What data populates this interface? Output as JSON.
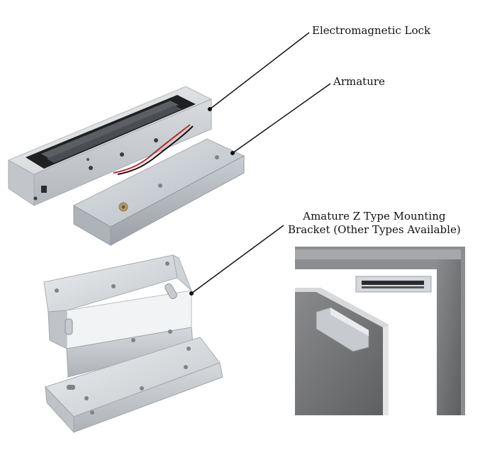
{
  "labels": {
    "electromagnetic_lock": "Electromagnetic Lock",
    "armature": "Armature",
    "bracket_line1": "Amature Z Type Mounting",
    "bracket_line2": "Bracket (Other Types Available)"
  },
  "colors": {
    "aluminum_light": "#e6e8ea",
    "aluminum_mid": "#c9ccd0",
    "aluminum_dark": "#9ea3a8",
    "magnet_face": "#1f2022",
    "armature_plate": "#c4c9ce",
    "wire_red": "#c0282b",
    "wire_black": "#111111",
    "door_gray": "#6c6d6f",
    "frame_gray": "#9a9b9d",
    "leader_line": "#111111"
  }
}
